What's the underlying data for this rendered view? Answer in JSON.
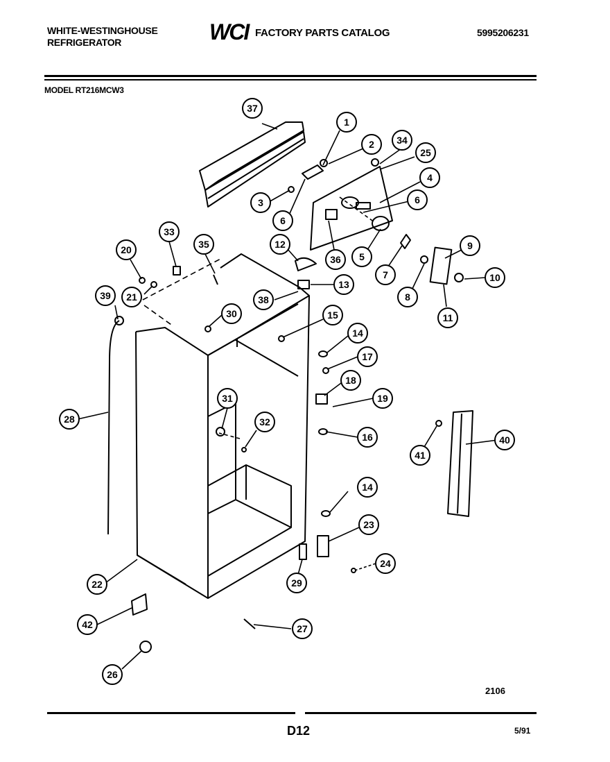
{
  "header": {
    "brand_line1": "WHITE-WESTINGHOUSE",
    "brand_line2": "REFRIGERATOR",
    "logo_text": "WCI",
    "catalog_title": "FACTORY PARTS CATALOG",
    "catalog_number": "5995206231",
    "model": "MODEL RT216MCW3"
  },
  "callouts": [
    "1",
    "2",
    "3",
    "4",
    "5",
    "6",
    "6",
    "7",
    "8",
    "9",
    "10",
    "11",
    "12",
    "13",
    "14",
    "14",
    "15",
    "16",
    "17",
    "18",
    "19",
    "20",
    "21",
    "22",
    "23",
    "24",
    "25",
    "26",
    "27",
    "28",
    "29",
    "30",
    "31",
    "32",
    "33",
    "34",
    "35",
    "36",
    "37",
    "38",
    "39",
    "40",
    "41",
    "42"
  ],
  "footer": {
    "drawing_number": "2106",
    "page_id": "D12",
    "date": "5/91"
  }
}
